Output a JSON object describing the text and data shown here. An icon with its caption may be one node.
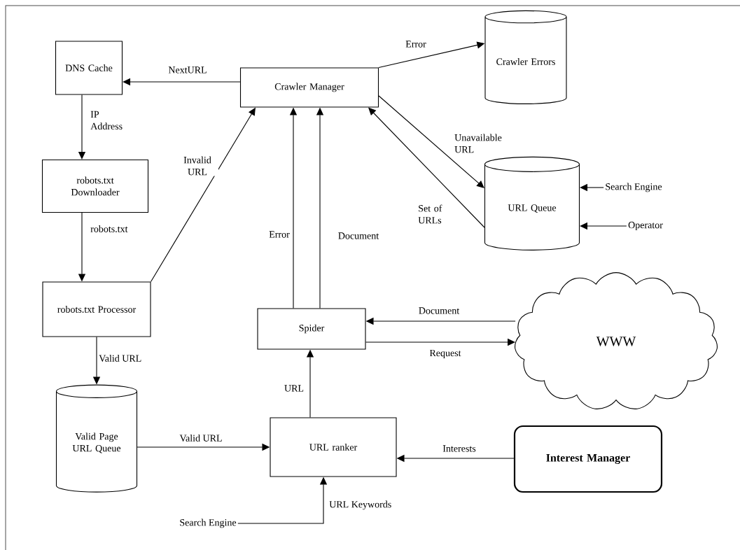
{
  "diagram": {
    "nodes": [
      {
        "text": [
          "DNS Cache"
        ]
      },
      {
        "text": [
          "Crawler Manager"
        ]
      },
      {
        "text": [
          "Crawler Errors"
        ]
      },
      {
        "text": [
          "robots.txt Downloader"
        ]
      },
      {
        "text": [
          "URL Queue"
        ]
      },
      {
        "text": [
          "Search Engine"
        ]
      },
      {
        "text": [
          "Operator"
        ]
      },
      {
        "text": [
          "robots.txt Processor"
        ]
      },
      {
        "text": [
          "Spider"
        ]
      },
      {
        "text": [
          "WWW"
        ]
      },
      {
        "text": [
          "Valid Page URL Queue"
        ]
      },
      {
        "text": [
          "URL ranker"
        ]
      },
      {
        "text": [
          "Interest Manager"
        ]
      },
      {
        "text": [
          "Search Engine"
        ]
      }
    ],
    "edges": [
      {
        "from": 1,
        "to": 0,
        "arrow": "to",
        "label": "NextURL"
      },
      {
        "from": 0,
        "to": 3,
        "arrow": "to",
        "label": "IP Address"
      },
      {
        "from": 3,
        "to": 7,
        "arrow": "to",
        "label": "robots.txt"
      },
      {
        "from": 7,
        "to": 1,
        "arrow": "to",
        "label": "Invalid URL"
      },
      {
        "from": 1,
        "to": 2,
        "arrow": "to",
        "label": "Error"
      },
      {
        "from": 1,
        "to": 4,
        "arrow": "to",
        "label": "Unavailable URL"
      },
      {
        "from": 4,
        "to": 1,
        "arrow": "to",
        "label": "Set of URLs"
      },
      {
        "from": 5,
        "to": 4,
        "arrow": "to"
      },
      {
        "from": 6,
        "to": 4,
        "arrow": "to"
      },
      {
        "from": 8,
        "to": 1,
        "arrow": "to",
        "label": "Error"
      },
      {
        "from": 8,
        "to": 1,
        "arrow": "to",
        "label": "Document"
      },
      {
        "from": 9,
        "to": 8,
        "arrow": "to",
        "label": "Document"
      },
      {
        "from": 8,
        "to": 9,
        "arrow": "to",
        "label": "Request"
      },
      {
        "from": 7,
        "to": 10,
        "arrow": "to",
        "label": "Valid URL"
      },
      {
        "from": 11,
        "to": 8,
        "arrow": "to",
        "label": "URL"
      },
      {
        "from": 10,
        "to": 11,
        "arrow": "to",
        "label": "Valid URL"
      },
      {
        "from": 12,
        "to": 11,
        "arrow": "to",
        "label": "Interests"
      },
      {
        "from": 13,
        "to": 11,
        "arrow": "to",
        "label": "URL Keywords"
      }
    ]
  }
}
